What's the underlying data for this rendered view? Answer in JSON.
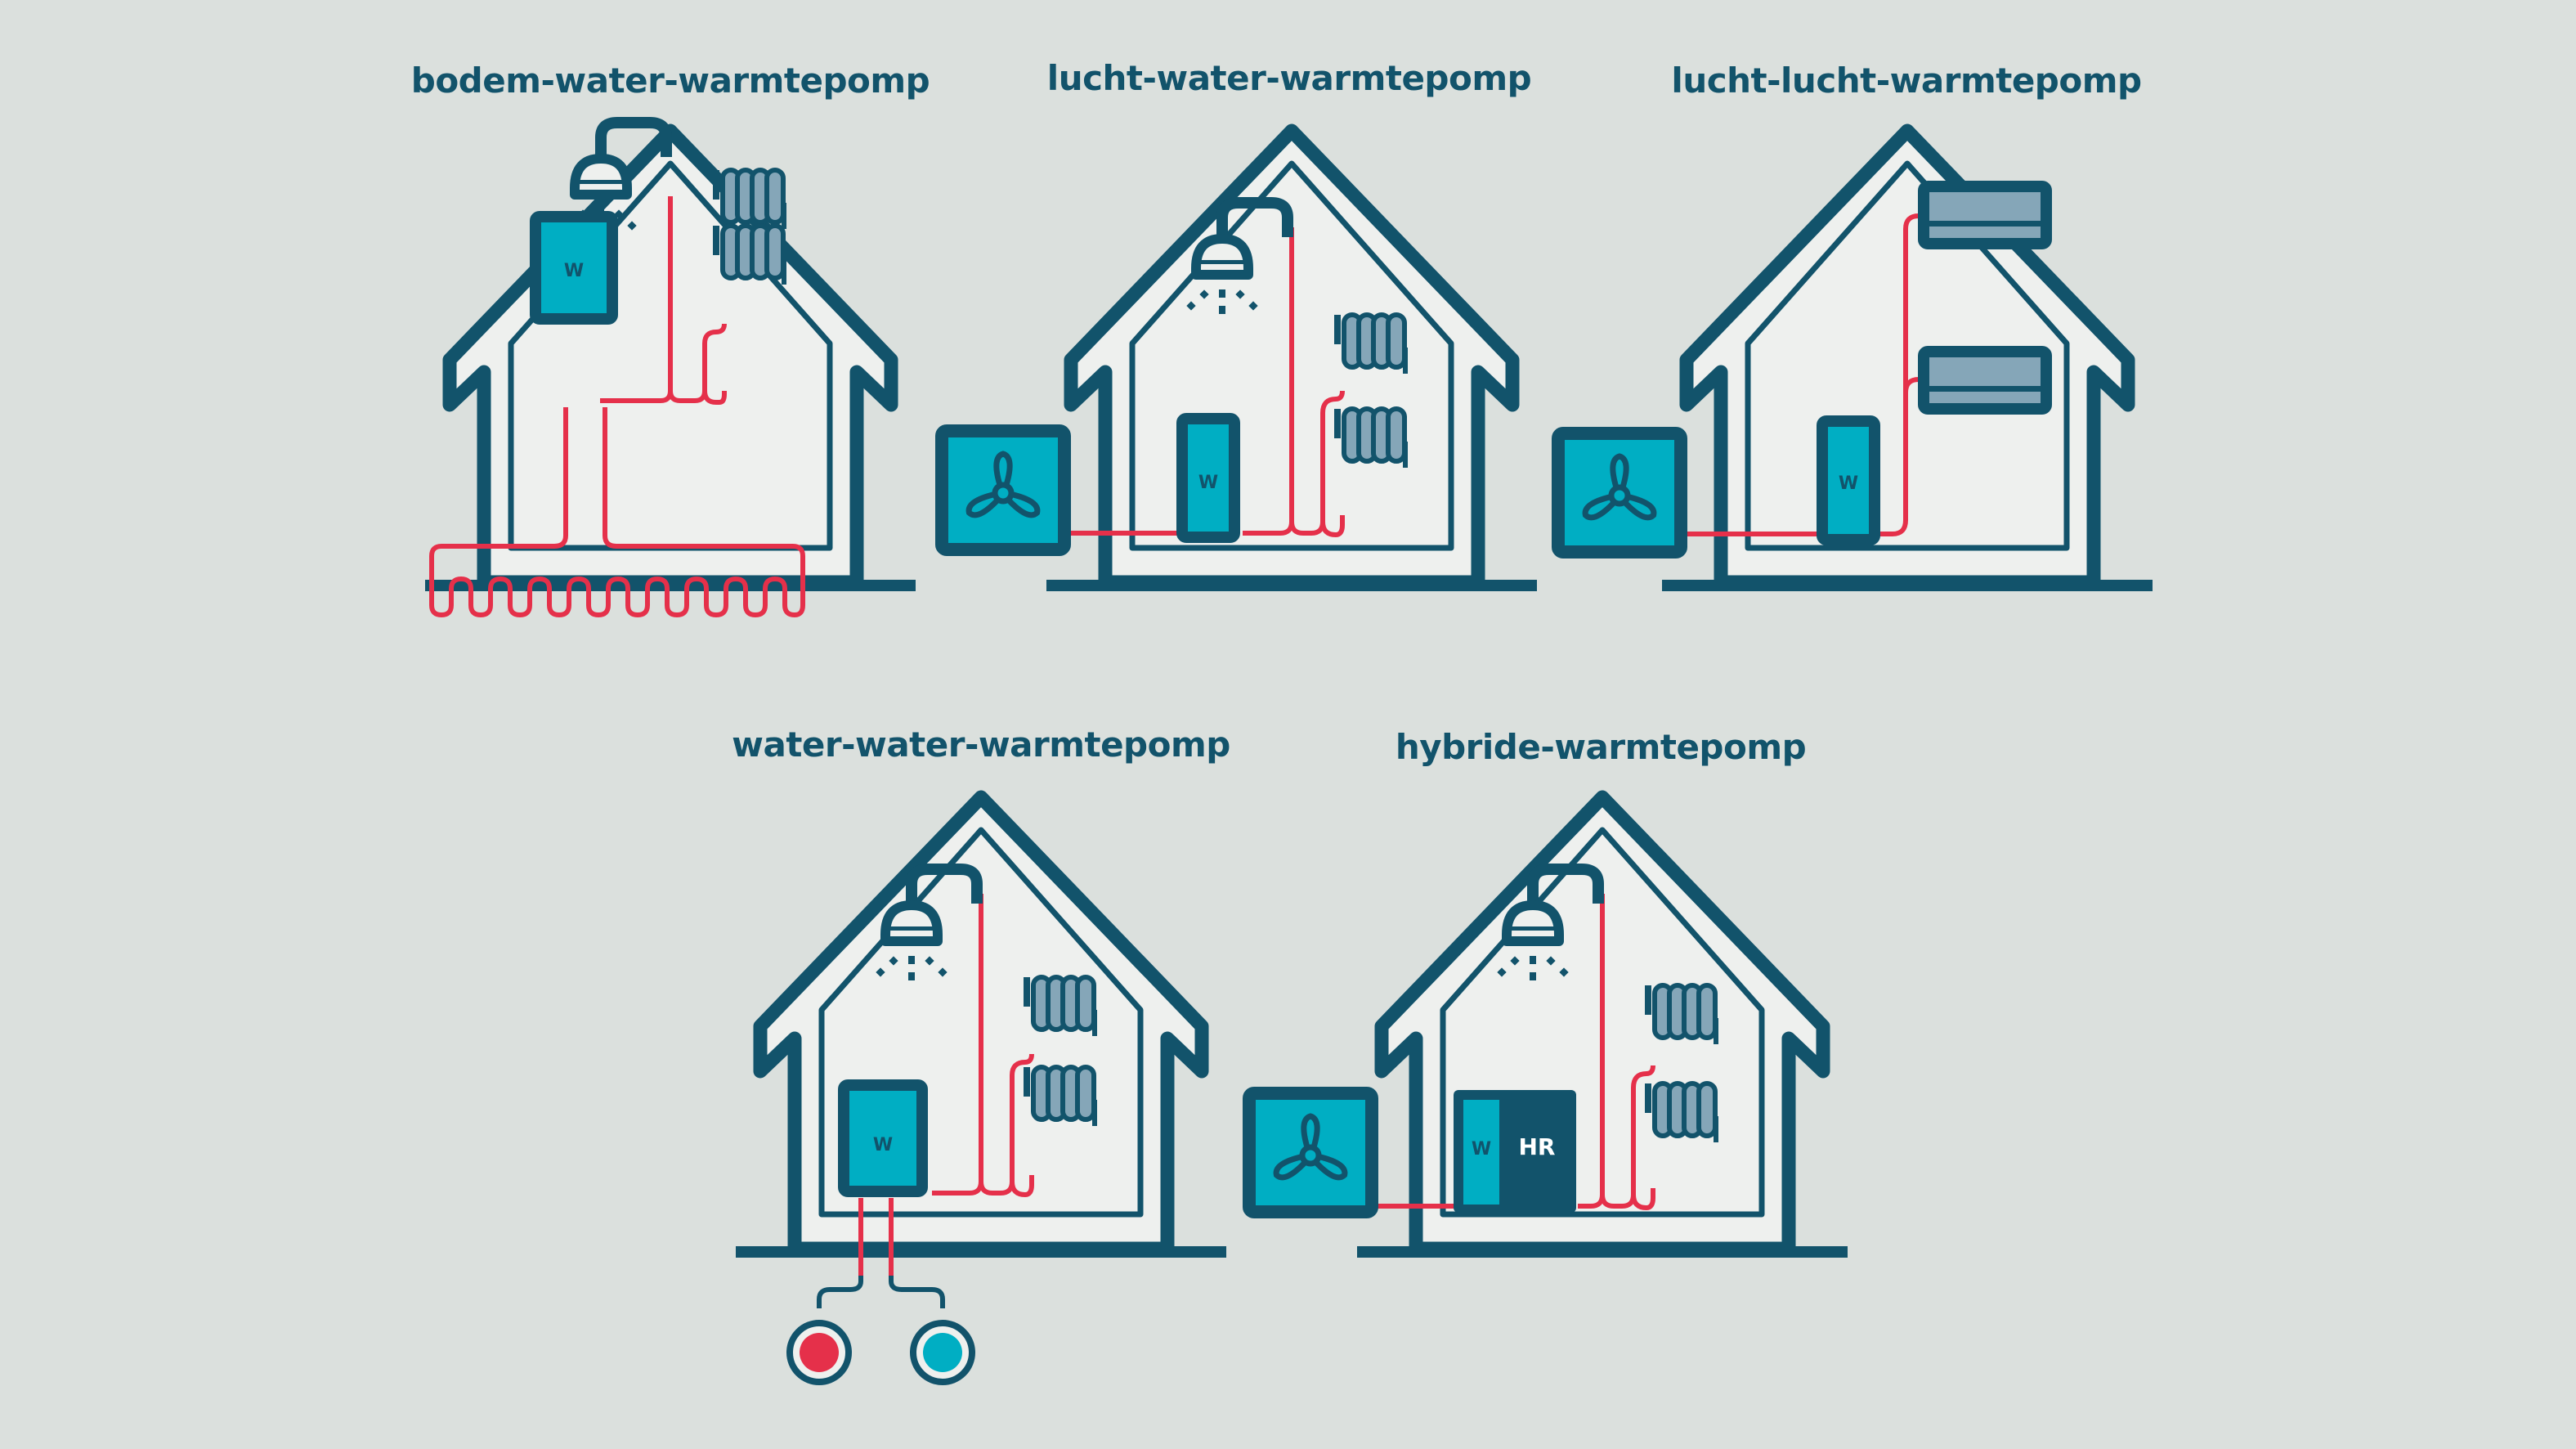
{
  "colors": {
    "background": "#dbe0dd",
    "house_fill": "#eef0ee",
    "outline": "#12536b",
    "pipe": "#e5304a",
    "unit_fill": "#00aec3",
    "radiator_fill": "#85a6b8",
    "title": "#12536b"
  },
  "diagrams": [
    {
      "title": "bodem-water-warmtepomp",
      "unit_label": "W",
      "features": [
        "shower-icon",
        "radiator-icon",
        "radiator-icon",
        "ground-loop-pipe"
      ]
    },
    {
      "title": "lucht-water-warmtepomp",
      "unit_label": "W",
      "features": [
        "outdoor-fan-unit",
        "shower-icon",
        "radiator-icon",
        "radiator-icon"
      ]
    },
    {
      "title": "lucht-lucht-warmtepomp",
      "unit_label": "W",
      "features": [
        "outdoor-fan-unit",
        "air-conditioner-unit",
        "air-conditioner-unit"
      ]
    },
    {
      "title": "water-water-warmtepomp",
      "unit_label": "W",
      "features": [
        "shower-icon",
        "radiator-icon",
        "radiator-icon",
        "hot-well",
        "cold-well"
      ]
    },
    {
      "title": "hybride-warmtepomp",
      "unit_label": "W",
      "boiler_label": "HR",
      "features": [
        "outdoor-fan-unit",
        "shower-icon",
        "radiator-icon",
        "radiator-icon",
        "hr-boiler"
      ]
    }
  ]
}
